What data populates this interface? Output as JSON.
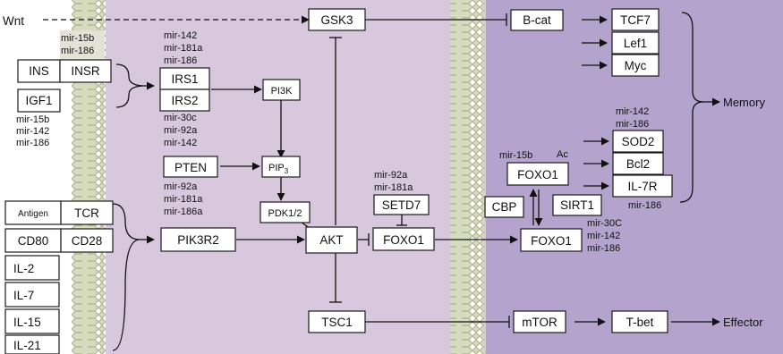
{
  "inputs": {
    "wnt": "Wnt",
    "ins": "INS",
    "insr": "INSR",
    "igf1": "IGF1",
    "antigen": "Antigen",
    "tcr": "TCR",
    "cd80": "CD80",
    "cd28": "CD28",
    "il2": "IL-2",
    "il7": "IL-7",
    "il15": "IL-15",
    "il21": "IL-21"
  },
  "cytoplasm": {
    "gsk3": "GSK3",
    "irs1": "IRS1",
    "irs2": "IRS2",
    "pi3k": "PI3K",
    "pten": "PTEN",
    "pip3": "PIP",
    "pip3_sub": "3",
    "pdk": "PDK1/2",
    "pik3r2": "PIK3R2",
    "akt": "AKT",
    "setd7": "SETD7",
    "foxo1_cyto": "FOXO1",
    "tsc1": "TSC1"
  },
  "nucleus": {
    "bcat": "B-cat",
    "tcf7": "TCF7",
    "lef1": "Lef1",
    "myc": "Myc",
    "sod2": "SOD2",
    "bcl2": "Bcl2",
    "il7r": "IL-7R",
    "foxo1_ac": "FOXO1",
    "ac": "Ac",
    "cbp": "CBP",
    "sirt1": "SIRT1",
    "foxo1_nuc": "FOXO1",
    "mtor": "mTOR",
    "tbet": "T-bet"
  },
  "outcomes": {
    "memory": "Memory",
    "effector": "Effector"
  },
  "mirnas": {
    "membrane_top": [
      "mir-15b",
      "mir-186"
    ],
    "igf1_group": [
      "mir-15b",
      "mir-142",
      "mir-186"
    ],
    "irs_above": [
      "mir-142",
      "mir-181a",
      "mir-186"
    ],
    "irs_below": [
      "mir-30c",
      "mir-92a",
      "mir-142"
    ],
    "pten_below": [
      "mir-92a",
      "mir-181a",
      "mir-186a"
    ],
    "setd7_above": [
      "mir-92a",
      "mir-181a"
    ],
    "foxo1_ac_left": "mir-15b",
    "sod2_above": [
      "mir-142",
      "mir-186"
    ],
    "il7r_below": "mir-186",
    "sirt1_below": [
      "mir-30C",
      "mir-142",
      "mir-186"
    ]
  }
}
